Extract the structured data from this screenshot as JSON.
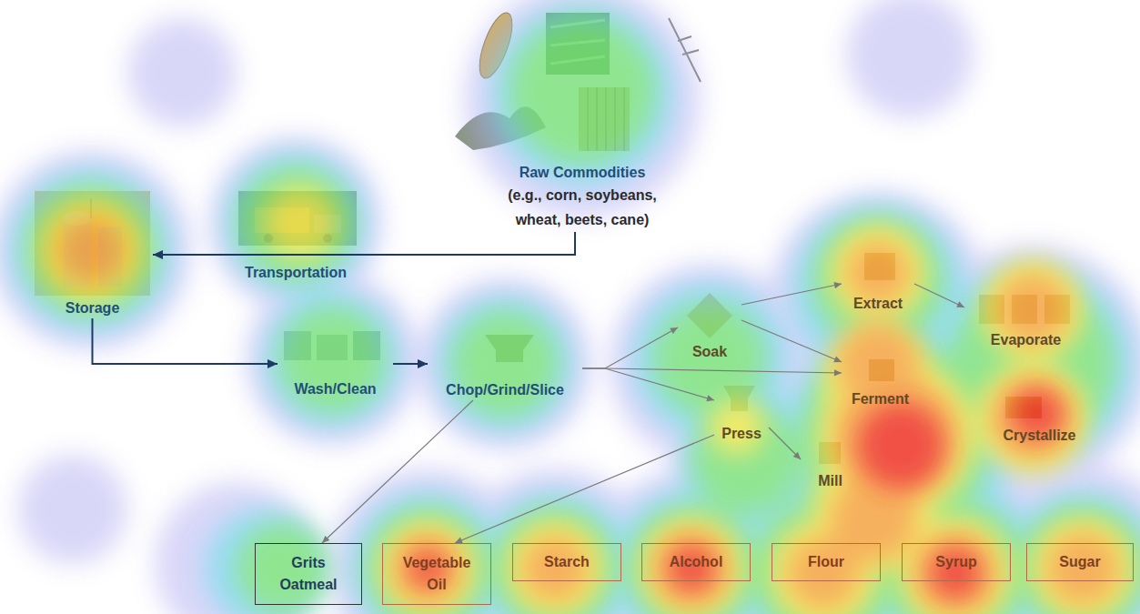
{
  "diagram": {
    "nodes": [
      {
        "text": [
          "Raw Commodities",
          "(e.g., corn, soybeans, wheat, beets, cane)"
        ]
      },
      {
        "text": [
          "Transportation"
        ]
      },
      {
        "text": [
          "Storage"
        ]
      },
      {
        "text": [
          "Wash/Clean"
        ]
      },
      {
        "text": [
          "Chop/Grind/Slice"
        ]
      },
      {
        "text": [
          "Soak"
        ]
      },
      {
        "text": [
          "Press"
        ]
      },
      {
        "text": [
          "Mill"
        ]
      },
      {
        "text": [
          "Extract"
        ]
      },
      {
        "text": [
          "Ferment"
        ]
      },
      {
        "text": [
          "Evaporate"
        ]
      },
      {
        "text": [
          "Crystallize"
        ]
      },
      {
        "text": [
          "Grits Oatmeal"
        ]
      },
      {
        "text": [
          "Vegetable Oil"
        ]
      },
      {
        "text": [
          "Starch"
        ]
      },
      {
        "text": [
          "Alcohol"
        ]
      },
      {
        "text": [
          "Flour"
        ]
      },
      {
        "text": [
          "Syrup"
        ]
      },
      {
        "text": [
          "Sugar"
        ]
      }
    ],
    "edges": [
      {
        "from": 0,
        "to": 2,
        "arrow": "to"
      },
      {
        "from": 2,
        "to": 3,
        "arrow": "to"
      },
      {
        "from": 3,
        "to": 4,
        "arrow": "to"
      },
      {
        "from": 4,
        "to": 5,
        "arrow": "to"
      },
      {
        "from": 4,
        "to": 6,
        "arrow": "to"
      },
      {
        "from": 4,
        "to": 9,
        "arrow": "to"
      },
      {
        "from": 5,
        "to": 8,
        "arrow": "to"
      },
      {
        "from": 5,
        "to": 9,
        "arrow": "to"
      },
      {
        "from": 8,
        "to": 10,
        "arrow": "to"
      },
      {
        "from": 6,
        "to": 7,
        "arrow": "to"
      },
      {
        "from": 4,
        "to": 12,
        "arrow": "to"
      },
      {
        "from": 6,
        "to": 13,
        "arrow": "to"
      }
    ]
  }
}
